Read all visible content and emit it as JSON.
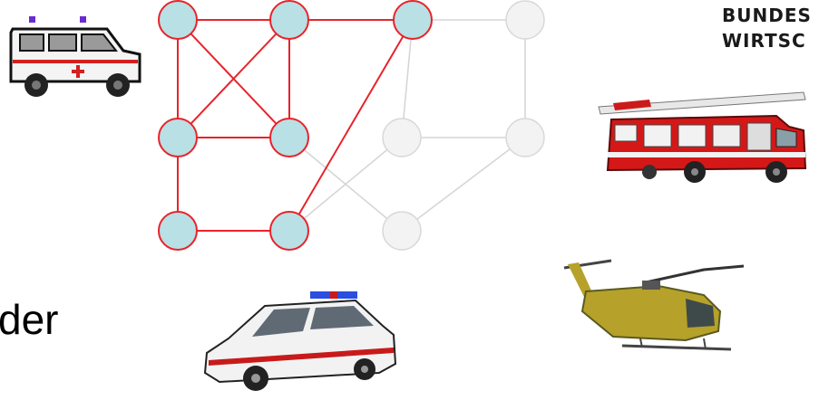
{
  "logo": {
    "line1": "BUNDES",
    "line2": "WIRTSC"
  },
  "partial_text": "der",
  "graph": {
    "colors": {
      "active_edge": "#e8232a",
      "inactive_edge": "#d6d6d6",
      "active_fill": "#b9e0e4",
      "inactive_fill": "#f3f3f3",
      "active_stroke": "#e8232a",
      "inactive_stroke": "#d8d8d8"
    },
    "nodes": [
      {
        "id": "n1",
        "active": true
      },
      {
        "id": "n2",
        "active": true
      },
      {
        "id": "n3",
        "active": true
      },
      {
        "id": "n4",
        "active": false
      },
      {
        "id": "n5",
        "active": true
      },
      {
        "id": "n6",
        "active": true
      },
      {
        "id": "n7",
        "active": false
      },
      {
        "id": "n8",
        "active": false
      },
      {
        "id": "n9",
        "active": true
      },
      {
        "id": "n10",
        "active": true
      },
      {
        "id": "n11",
        "active": false
      }
    ],
    "edges": [
      {
        "from": "n1",
        "to": "n2",
        "active": true
      },
      {
        "from": "n2",
        "to": "n3",
        "active": true
      },
      {
        "from": "n3",
        "to": "n4",
        "active": false
      },
      {
        "from": "n1",
        "to": "n5",
        "active": true
      },
      {
        "from": "n1",
        "to": "n6",
        "active": true
      },
      {
        "from": "n2",
        "to": "n5",
        "active": true
      },
      {
        "from": "n2",
        "to": "n6",
        "active": true
      },
      {
        "from": "n5",
        "to": "n6",
        "active": true
      },
      {
        "from": "n5",
        "to": "n9",
        "active": true
      },
      {
        "from": "n9",
        "to": "n10",
        "active": true
      },
      {
        "from": "n10",
        "to": "n3",
        "active": true
      },
      {
        "from": "n3",
        "to": "n7",
        "active": false
      },
      {
        "from": "n4",
        "to": "n8",
        "active": false
      },
      {
        "from": "n7",
        "to": "n8",
        "active": false
      },
      {
        "from": "n6",
        "to": "n11",
        "active": false
      },
      {
        "from": "n7",
        "to": "n10",
        "active": false
      },
      {
        "from": "n8",
        "to": "n11",
        "active": false
      }
    ]
  },
  "vehicles": [
    {
      "name": "ambulance",
      "body": "#f4f4f4",
      "accent": "#d42020",
      "light": "#6a2bd1"
    },
    {
      "name": "fire-truck",
      "body": "#d41818",
      "accent": "#f2f2f2",
      "light": "#cc1a1a"
    },
    {
      "name": "police-car",
      "body": "#f2f2f2",
      "accent": "#c81a1a",
      "light": "#2a4ee0"
    },
    {
      "name": "helicopter",
      "body": "#b6a12a",
      "accent": "#5a5a20",
      "light": "#444444"
    }
  ]
}
